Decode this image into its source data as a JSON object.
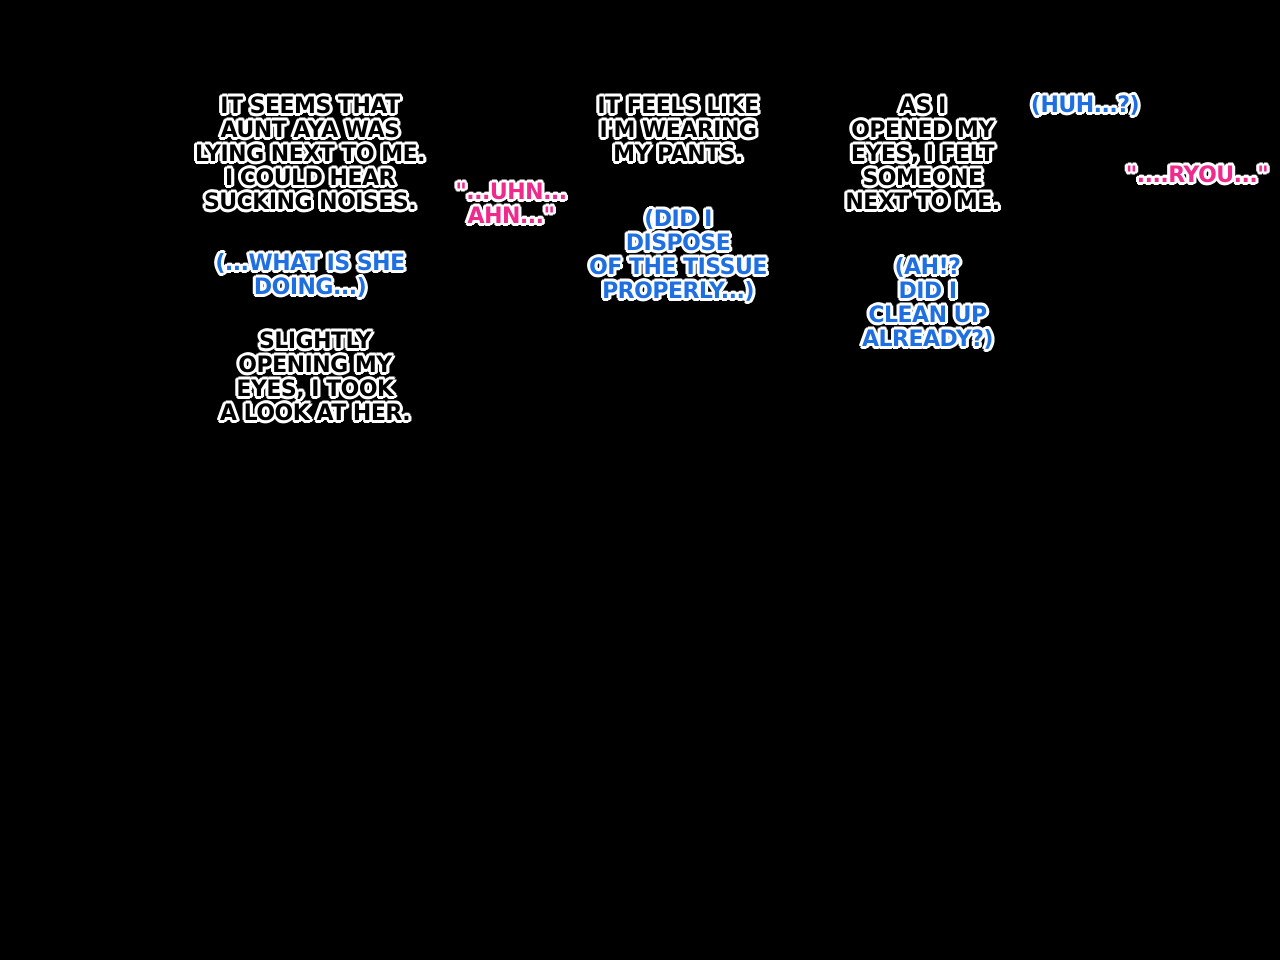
{
  "colors": {
    "background": "#000000",
    "narration_text": "#000000",
    "thought_text": "#1f6fe0",
    "speech_text": "#ee2a8c",
    "outline": "#ffffff"
  },
  "captions": {
    "narration_1": "It seems that\naunt Aya was\nlying next to me.\nI could hear\nsucking noises.",
    "thought_1": "(...What is she\ndoing...)",
    "narration_2": "Slightly\nopening my\neyes, I took\na look at her.",
    "speech_1": "\"...Uhn...\nAhn...\"",
    "narration_3": "It feels like\nI'm wearing\nmy pants.",
    "thought_2": "(Did I\ndispose\nof the tissue\nproperly...)",
    "narration_4": "As I\nopened my\neyes, I felt\nsomeone\nnext to me.",
    "thought_3": "(Ah!?\nDid I\nclean up\nalready?)",
    "thought_4": "(Huh...?)",
    "speech_2": "\"....Ryou...\""
  }
}
